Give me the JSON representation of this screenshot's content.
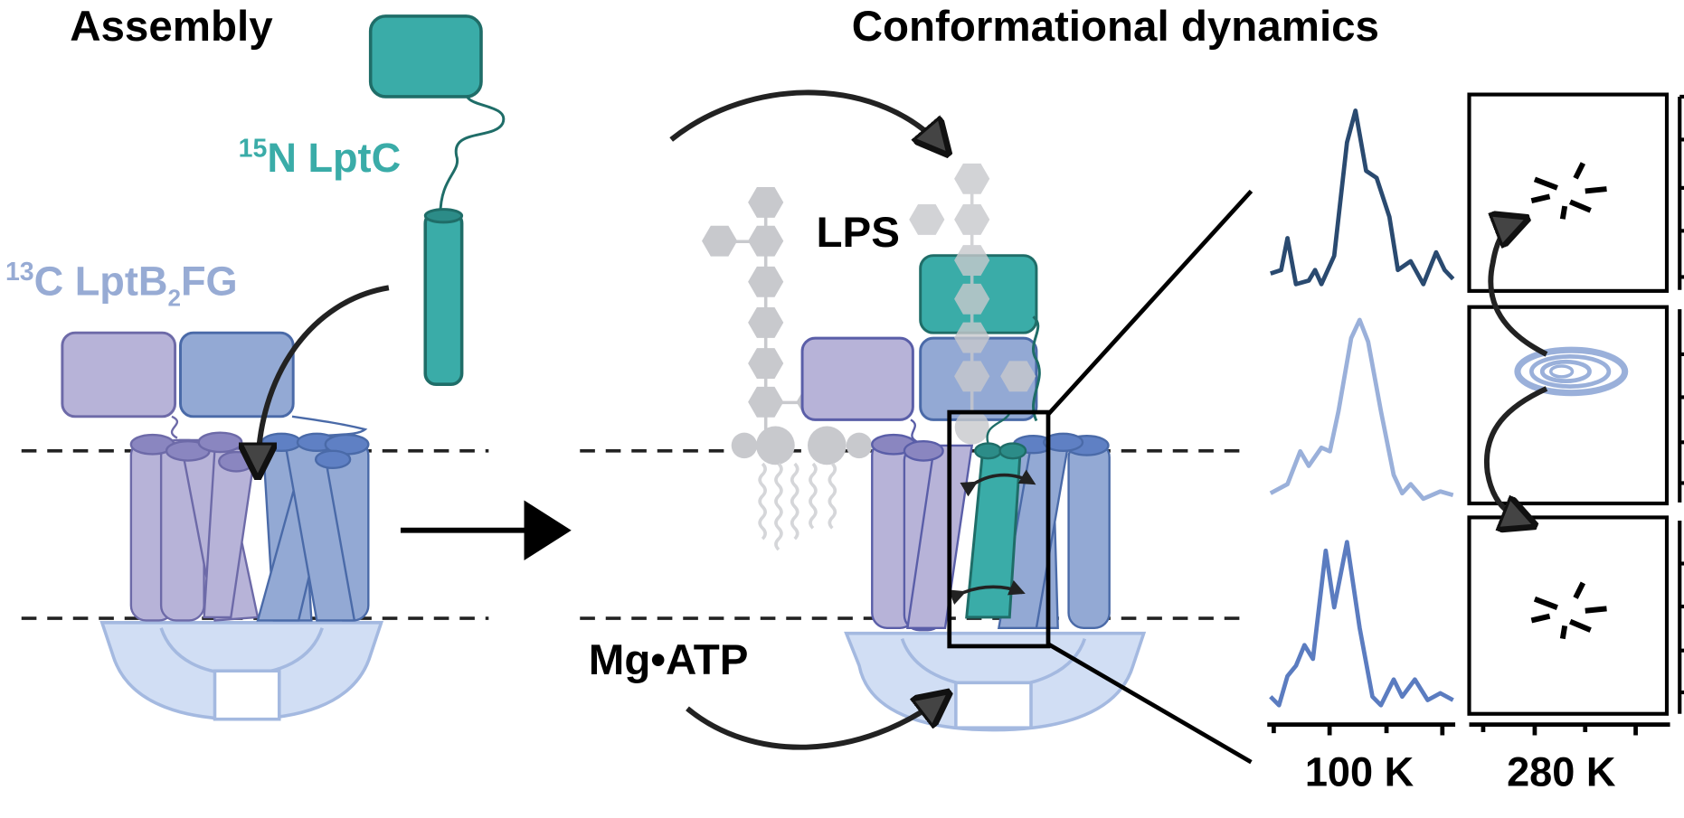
{
  "headings": {
    "assembly": "Assembly",
    "dynamics": "Conformational dynamics"
  },
  "labels": {
    "lptc_iso": "15",
    "lptc_name": "N LptC",
    "lptb_iso": "13",
    "lptb_name_a": "C LptB",
    "lptb_sub": "2",
    "lptb_name_b": "FG",
    "lps": "LPS",
    "mgatp": "Mg•ATP",
    "temp_low": "100 K",
    "temp_high": "280 K"
  },
  "colors": {
    "lptc_teal": "#3aaca8",
    "lptc_teal_dark": "#1f6d68",
    "lptf_lavender": "#b7b3d8",
    "lptf_outline": "#5a5ea8",
    "lptg_blue": "#93a9d4",
    "lptg_outline": "#4a6aa8",
    "lptb_lightblue": "#d1def4",
    "lps_grey": "#c8c9cd",
    "spectrum_dark": "#2a4a70",
    "spectrum_light": "#9ab0da",
    "spectrum_mid": "#5b7cc0",
    "label_lptb": "#97abd4",
    "label_lptc": "#3aaca8"
  },
  "spectra_100K": [
    {
      "name": "state-1",
      "color": "#2a4a70",
      "points": [
        [
          0,
          0.08
        ],
        [
          0.05,
          0.1
        ],
        [
          0.08,
          0.28
        ],
        [
          0.12,
          0.02
        ],
        [
          0.18,
          0.04
        ],
        [
          0.21,
          0.1
        ],
        [
          0.24,
          0.02
        ],
        [
          0.3,
          0.18
        ],
        [
          0.36,
          0.82
        ],
        [
          0.4,
          1.0
        ],
        [
          0.45,
          0.66
        ],
        [
          0.5,
          0.62
        ],
        [
          0.56,
          0.4
        ],
        [
          0.6,
          0.1
        ],
        [
          0.66,
          0.15
        ],
        [
          0.72,
          0.02
        ],
        [
          0.78,
          0.2
        ],
        [
          0.82,
          0.1
        ],
        [
          0.86,
          0.05
        ]
      ]
    },
    {
      "name": "state-2",
      "color": "#9ab0da",
      "points": [
        [
          0,
          0.05
        ],
        [
          0.08,
          0.1
        ],
        [
          0.14,
          0.28
        ],
        [
          0.18,
          0.2
        ],
        [
          0.24,
          0.3
        ],
        [
          0.28,
          0.28
        ],
        [
          0.32,
          0.5
        ],
        [
          0.38,
          0.9
        ],
        [
          0.42,
          1.0
        ],
        [
          0.46,
          0.88
        ],
        [
          0.52,
          0.5
        ],
        [
          0.58,
          0.15
        ],
        [
          0.62,
          0.05
        ],
        [
          0.66,
          0.1
        ],
        [
          0.72,
          0.02
        ],
        [
          0.8,
          0.06
        ],
        [
          0.86,
          0.04
        ]
      ]
    },
    {
      "name": "state-3",
      "color": "#5b7cc0",
      "points": [
        [
          0,
          0.1
        ],
        [
          0.04,
          0.05
        ],
        [
          0.08,
          0.22
        ],
        [
          0.12,
          0.28
        ],
        [
          0.16,
          0.4
        ],
        [
          0.2,
          0.32
        ],
        [
          0.26,
          0.95
        ],
        [
          0.3,
          0.62
        ],
        [
          0.36,
          1.0
        ],
        [
          0.42,
          0.5
        ],
        [
          0.48,
          0.1
        ],
        [
          0.52,
          0.05
        ],
        [
          0.58,
          0.2
        ],
        [
          0.62,
          0.1
        ],
        [
          0.68,
          0.2
        ],
        [
          0.74,
          0.08
        ],
        [
          0.8,
          0.12
        ],
        [
          0.86,
          0.08
        ]
      ]
    }
  ],
  "panels_280K": [
    {
      "name": "top-panel",
      "content": "signal-absent"
    },
    {
      "name": "middle-panel",
      "content": "contour-peak"
    },
    {
      "name": "bottom-panel",
      "content": "signal-absent"
    }
  ]
}
